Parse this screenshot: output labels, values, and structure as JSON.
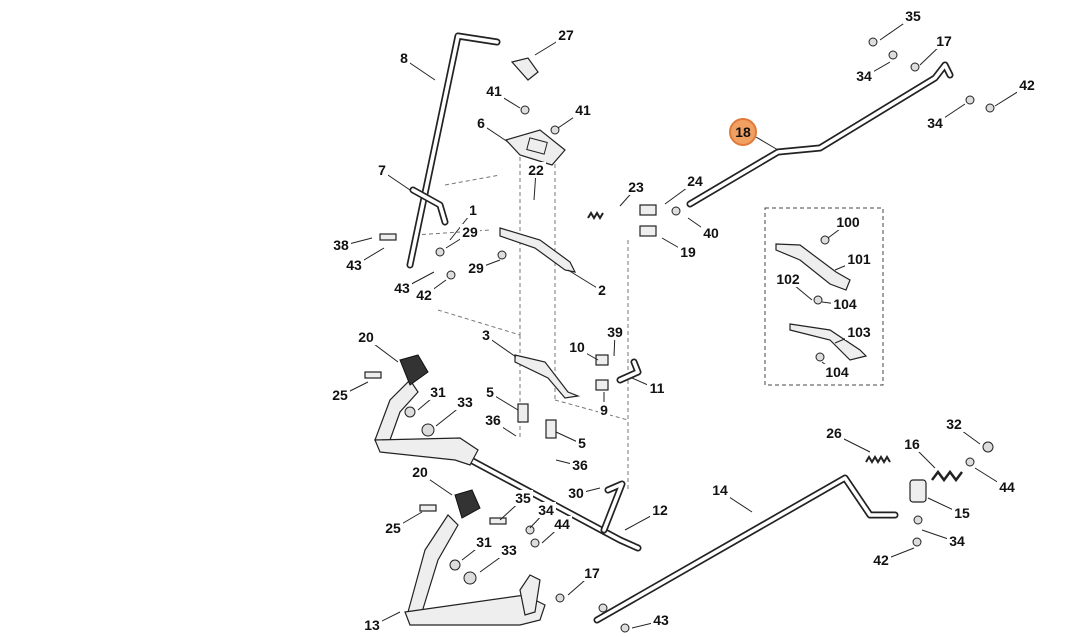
{
  "highlight": {
    "label": "18",
    "color": "#f0a060",
    "border": "#e07a3a"
  },
  "callouts": [
    "1",
    "2",
    "3",
    "5",
    "5",
    "6",
    "7",
    "8",
    "9",
    "10",
    "11",
    "12",
    "13",
    "14",
    "15",
    "16",
    "17",
    "17",
    "19",
    "20",
    "20",
    "22",
    "23",
    "24",
    "25",
    "25",
    "26",
    "27",
    "29",
    "29",
    "30",
    "31",
    "31",
    "32",
    "33",
    "33",
    "34",
    "34",
    "34",
    "34",
    "35",
    "35",
    "36",
    "36",
    "38",
    "39",
    "40",
    "41",
    "41",
    "42",
    "42",
    "42",
    "43",
    "43",
    "43",
    "44",
    "44",
    "100",
    "101",
    "102",
    "103",
    "104",
    "104"
  ]
}
